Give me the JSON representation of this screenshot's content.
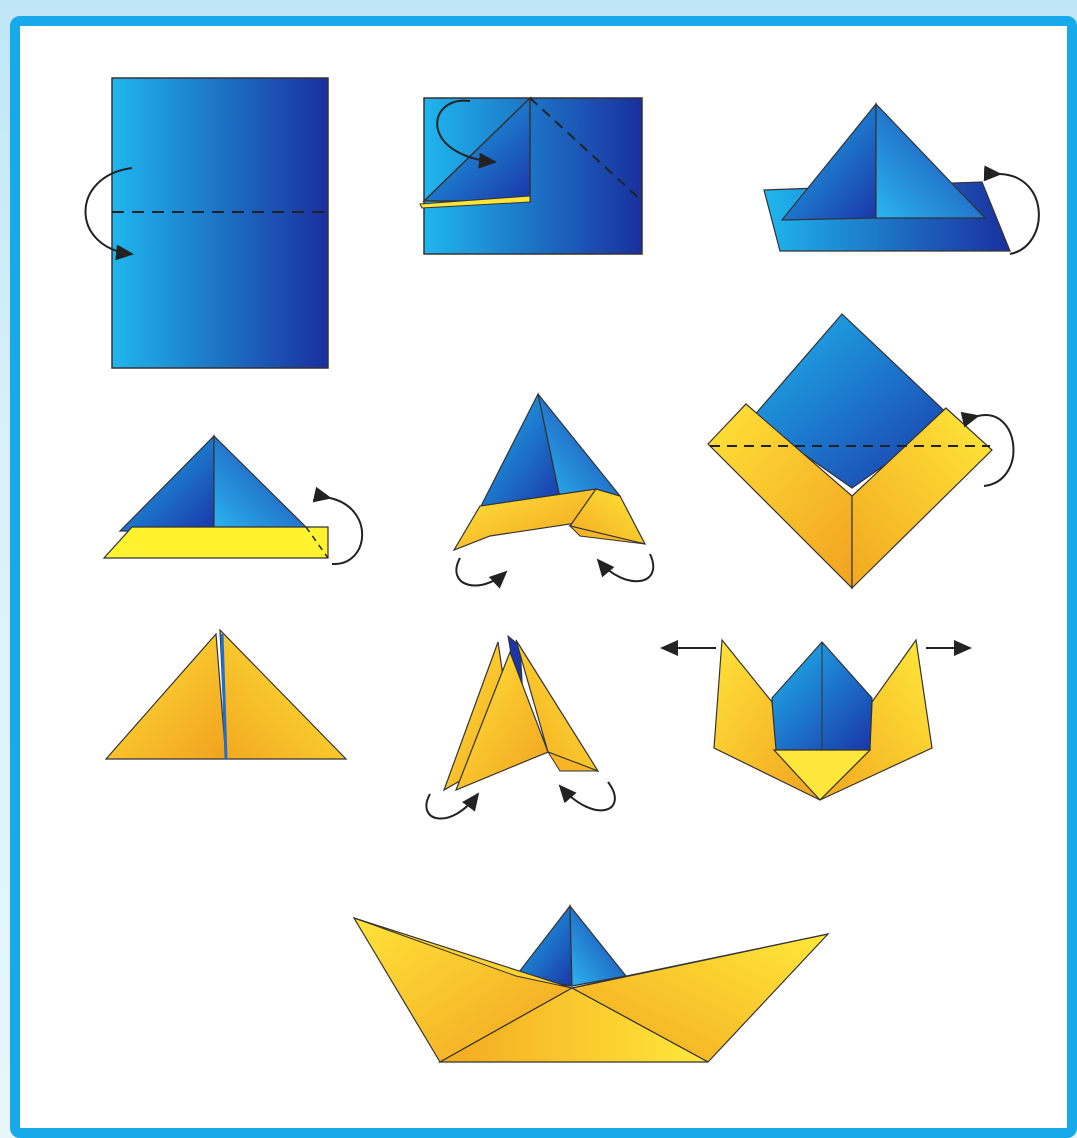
{
  "title": "",
  "colors": {
    "frame": "#17a9ea",
    "blue_light": "#1fb6ee",
    "blue_dark": "#1a2f9e",
    "yellow_light": "#ffee3a",
    "yellow_dark": "#f2a21f",
    "outline": "#2a2a2a"
  },
  "steps": [
    {
      "id": 1,
      "shape": "rectangle-with-fold-line"
    },
    {
      "id": 2,
      "shape": "fold-corners-down"
    },
    {
      "id": 3,
      "shape": "triangle-hat-blue"
    },
    {
      "id": 4,
      "shape": "triangle-hat-yellow-brim"
    },
    {
      "id": 5,
      "shape": "open-hat"
    },
    {
      "id": 6,
      "shape": "diamond"
    },
    {
      "id": 7,
      "shape": "yellow-triangle"
    },
    {
      "id": 8,
      "shape": "open-triangle"
    },
    {
      "id": 9,
      "shape": "pull-apart-sides"
    },
    {
      "id": 10,
      "shape": "finished-paper-boat"
    }
  ]
}
